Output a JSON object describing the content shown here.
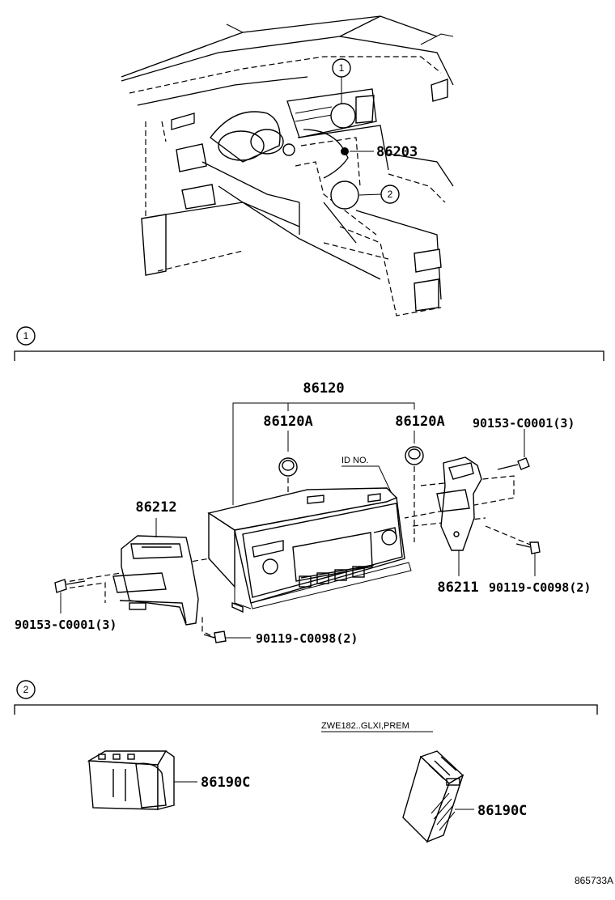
{
  "callouts": {
    "c1": "1",
    "c2": "2",
    "section1": "1",
    "section2": "2"
  },
  "parts": {
    "p86203": "86203",
    "p86120": "86120",
    "p86120A_left": "86120A",
    "p86120A_right": "86120A",
    "p90153_right": "90153-C0001(3)",
    "p90153_left": "90153-C0001(3)",
    "p86212": "86212",
    "p86211": "86211",
    "p90119_right": "90119-C0098(2)",
    "p90119_bottom": "90119-C0098(2)",
    "p86190C_left": "86190C",
    "p86190C_right": "86190C"
  },
  "notes": {
    "id_no": "ID NO.",
    "variant": "ZWE182..GLXI,PREM"
  },
  "figure_id": "865733A"
}
